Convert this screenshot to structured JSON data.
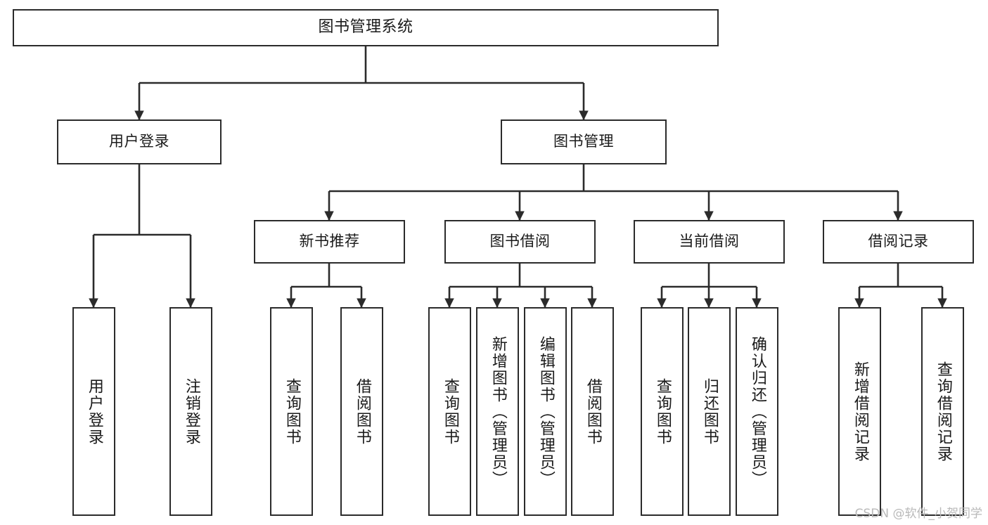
{
  "diagram": {
    "title": "图书管理系统",
    "type": "tree",
    "colors": {
      "stroke": "#2b2b2b",
      "fill": "#ffffff",
      "text": "#1a1a1a",
      "watermark": "#b9b9b9"
    },
    "watermark": "CSDN @软件_小贺同学",
    "nodes": {
      "root": {
        "label": "图书管理系统"
      },
      "level1": [
        {
          "id": "user-login",
          "label": "用户登录"
        },
        {
          "id": "book-manage",
          "label": "图书管理"
        }
      ],
      "level2": [
        {
          "id": "new-book-recommend",
          "label": "新书推荐"
        },
        {
          "id": "book-borrow",
          "label": "图书借阅"
        },
        {
          "id": "current-borrow",
          "label": "当前借阅"
        },
        {
          "id": "borrow-record",
          "label": "借阅记录"
        }
      ],
      "leaves": [
        {
          "id": "leaf-user-login",
          "label": "用户登录",
          "parent": "user-login"
        },
        {
          "id": "leaf-logout",
          "label": "注销登录",
          "parent": "user-login"
        },
        {
          "id": "leaf-query-book-1",
          "label": "查询图书",
          "parent": "new-book-recommend"
        },
        {
          "id": "leaf-borrow-book-1",
          "label": "借阅图书",
          "parent": "new-book-recommend"
        },
        {
          "id": "leaf-query-book-2",
          "label": "查询图书",
          "parent": "book-borrow"
        },
        {
          "id": "leaf-add-book",
          "label": "新增图书（管理员）",
          "parent": "book-borrow"
        },
        {
          "id": "leaf-edit-book",
          "label": "编辑图书（管理员）",
          "parent": "book-borrow"
        },
        {
          "id": "leaf-borrow-book-2",
          "label": "借阅图书",
          "parent": "book-borrow"
        },
        {
          "id": "leaf-query-book-3",
          "label": "查询图书",
          "parent": "current-borrow"
        },
        {
          "id": "leaf-return-book",
          "label": "归还图书",
          "parent": "current-borrow"
        },
        {
          "id": "leaf-confirm-return",
          "label": "确认归还（管理员）",
          "parent": "current-borrow"
        },
        {
          "id": "leaf-add-record",
          "label": "新增借阅记录",
          "parent": "borrow-record"
        },
        {
          "id": "leaf-query-record",
          "label": "查询借阅记录",
          "parent": "borrow-record"
        }
      ]
    }
  }
}
